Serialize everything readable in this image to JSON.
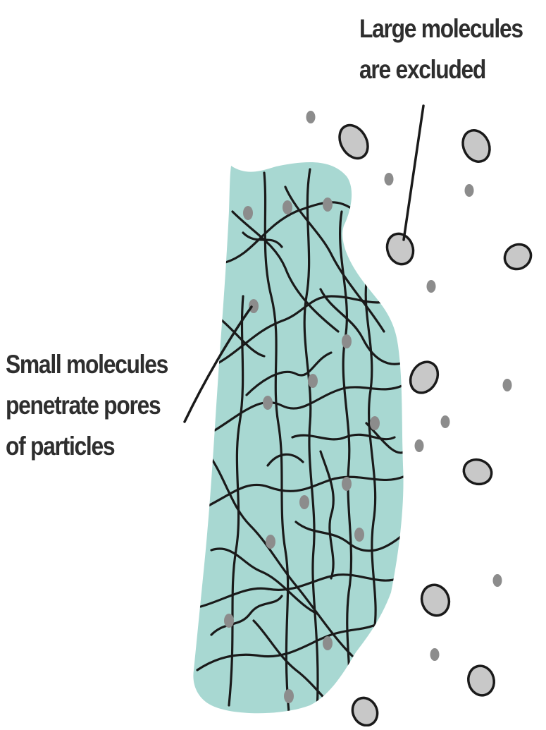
{
  "labels": {
    "large_molecules": [
      "Large molecules",
      "are excluded"
    ],
    "small_molecules": [
      "Small molecules",
      "penetrate pores",
      "of particles"
    ]
  },
  "colors": {
    "gel_fill": "#a8d8d2",
    "network_lines": "#1a1a1a",
    "small_molecule": "#8c8c8c",
    "large_molecule_fill": "#c8c8c8",
    "large_molecule_outline": "#1a1a1a",
    "text": "#2e2e2e"
  },
  "icons": {
    "gel_bead": "porous-gel-particle-icon",
    "small_molecule": "small-molecule-dot-icon",
    "large_molecule": "large-molecule-oval-icon"
  }
}
